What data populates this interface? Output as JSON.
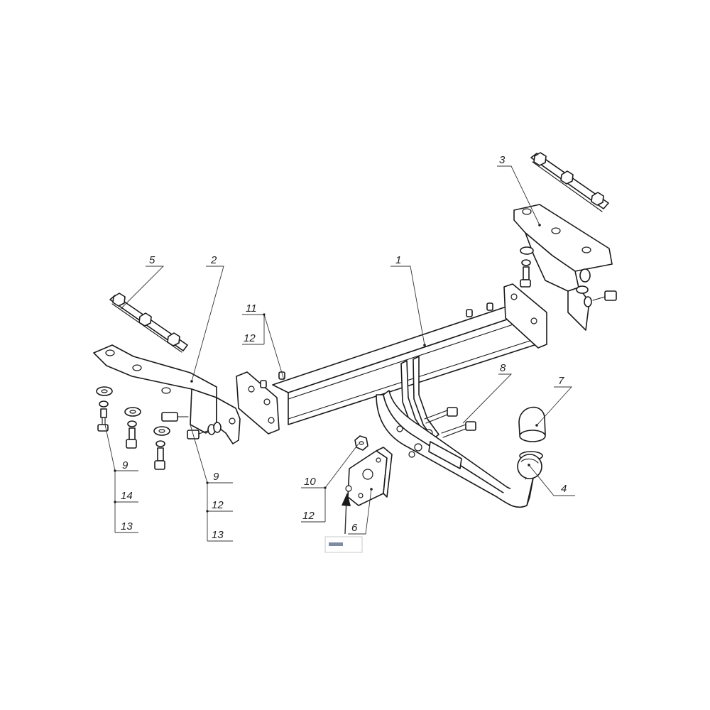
{
  "callouts": {
    "c1": "1",
    "c2": "2",
    "c3": "3",
    "c4": "4",
    "c5": "5",
    "c6": "6",
    "c7": "7",
    "c8": "8",
    "c9_left": "9",
    "c14_left": "14",
    "c13_left": "13",
    "c9_mid": "9",
    "c12_mid": "12",
    "c13_mid": "13",
    "c11": "11",
    "c12_top": "12",
    "c10": "10",
    "c12_bottom": "12"
  },
  "colors": {
    "line": "#1a1a1a",
    "background": "#ffffff"
  }
}
